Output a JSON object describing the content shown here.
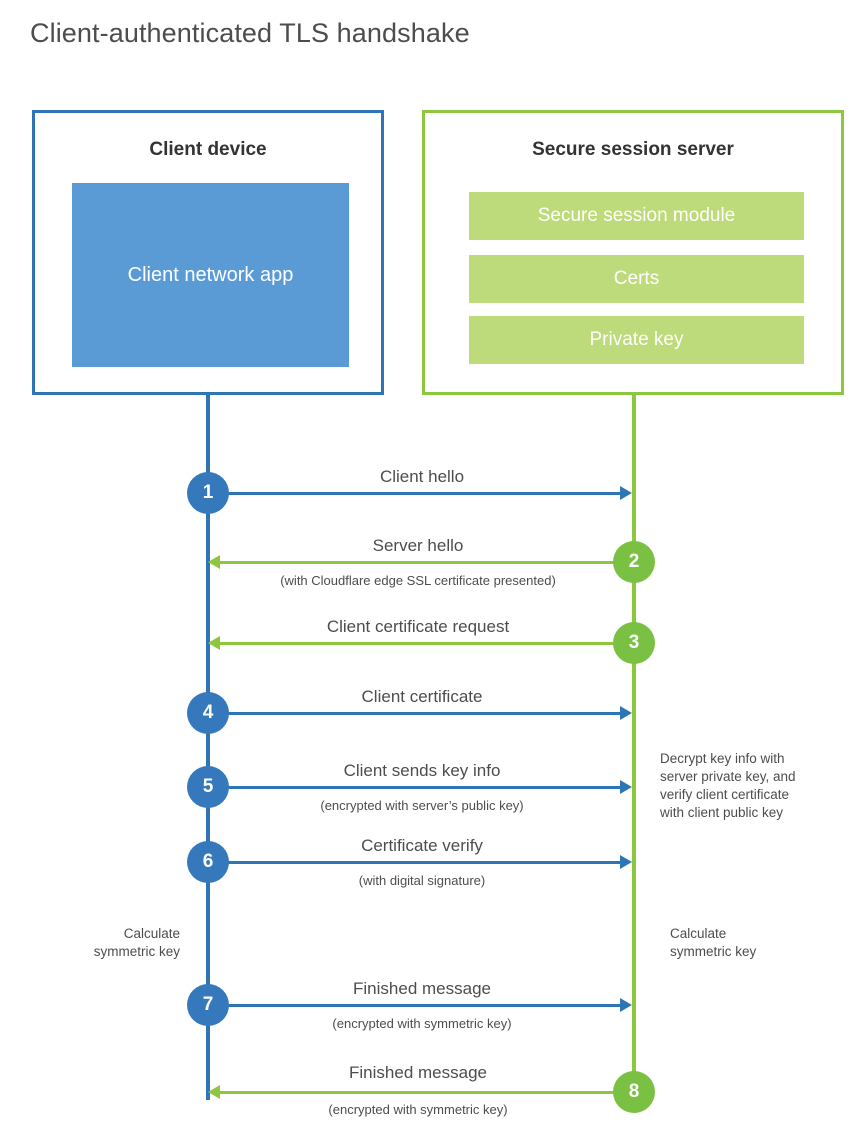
{
  "title": "Client-authenticated TLS handshake",
  "parties": {
    "client": {
      "title": "Client device",
      "app_label": "Client network app",
      "accent": "#2E75B6",
      "fill": "#5B9BD5"
    },
    "server": {
      "title": "Secure session server",
      "accent": "#8DC63F",
      "fill": "#BDDB7A",
      "components": [
        "Secure session module",
        "Certs",
        "Private key"
      ]
    }
  },
  "steps": [
    {
      "number": "1",
      "label": "Client hello",
      "sublabel": "",
      "direction": "client-to-server",
      "color": "#3579BC"
    },
    {
      "number": "2",
      "label": "Server hello",
      "sublabel": "(with Cloudflare edge SSL certificate presented)",
      "direction": "server-to-client",
      "color": "#7AC143"
    },
    {
      "number": "3",
      "label": "Client certificate request",
      "sublabel": "",
      "direction": "server-to-client",
      "color": "#7AC143"
    },
    {
      "number": "4",
      "label": "Client certificate",
      "sublabel": "",
      "direction": "client-to-server",
      "color": "#3579BC"
    },
    {
      "number": "5",
      "label": "Client sends key info",
      "sublabel": "(encrypted with server’s public key)",
      "direction": "client-to-server",
      "color": "#3579BC"
    },
    {
      "number": "6",
      "label": "Certificate verify",
      "sublabel": "(with digital signature)",
      "direction": "client-to-server",
      "color": "#3579BC"
    },
    {
      "number": "7",
      "label": "Finished message",
      "sublabel": "(encrypted with symmetric key)",
      "direction": "client-to-server",
      "color": "#3579BC"
    },
    {
      "number": "8",
      "label": "Finished message",
      "sublabel": "(encrypted with symmetric key)",
      "direction": "server-to-client",
      "color": "#7AC143"
    }
  ],
  "notes": {
    "server_decrypt": "Decrypt key info with server private key, and verify client certificate with client public key",
    "client_calculate_line1": "Calculate",
    "client_calculate_line2": "symmetric key",
    "server_calculate_line1": "Calculate",
    "server_calculate_line2": "symmetric key"
  }
}
